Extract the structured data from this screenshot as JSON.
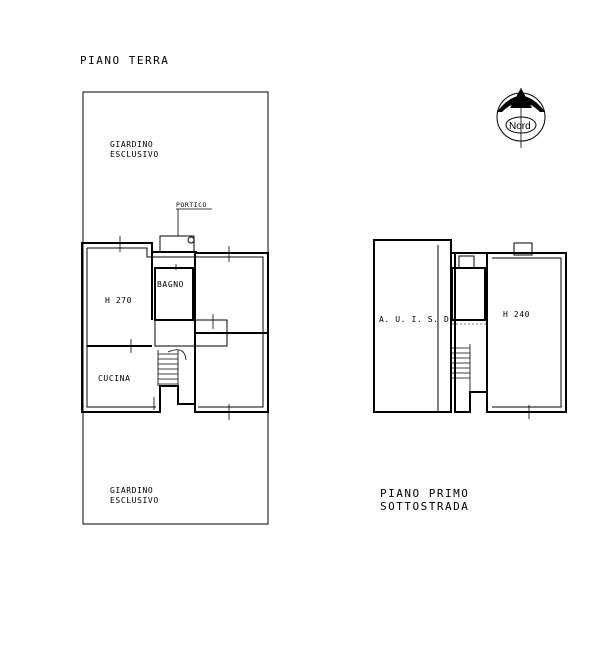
{
  "ground_floor": {
    "title": "PIANO  TERRA",
    "garden_top": [
      "GIARDINO",
      "ESCLUSIVO"
    ],
    "garden_bottom": [
      "GIARDINO",
      "ESCLUSIVO"
    ],
    "portico": "PORTICO",
    "bathroom": "BAGNO",
    "height": "H 270",
    "kitchen": "CUCINA"
  },
  "basement_floor": {
    "title_line1": "PIANO  PRIMO",
    "title_line2": "SOTTOSTRADA",
    "storage": "A. U. I. S. D.",
    "height": "H 240"
  },
  "compass": {
    "label": "Nord"
  }
}
